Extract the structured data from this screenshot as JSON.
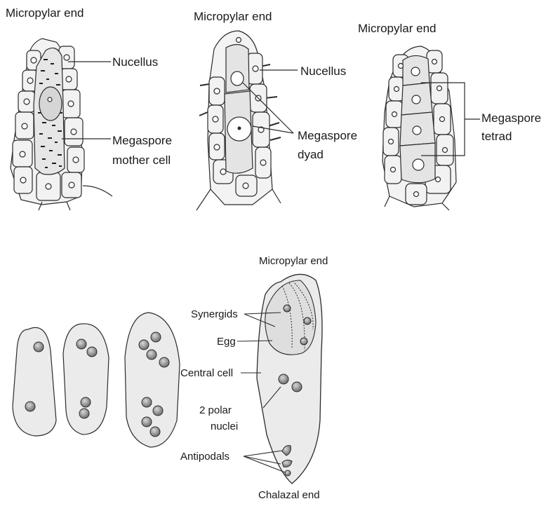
{
  "panel_a": {
    "micropylar": "Micropylar end",
    "nucellus": "Nucellus",
    "mmc_line1": "Megaspore",
    "mmc_line2": "mother cell"
  },
  "panel_b": {
    "micropylar": "Micropylar end",
    "nucellus": "Nucellus",
    "dyad_line1": "Megaspore",
    "dyad_line2": "dyad"
  },
  "panel_c": {
    "micropylar": "Micropylar end",
    "tetrad_line1": "Megaspore",
    "tetrad_line2": "tetrad"
  },
  "embryo_sac": {
    "micropylar": "Micropylar end",
    "synergids": "Synergids",
    "egg": "Egg",
    "central_cell": "Central cell",
    "polar_line1": "2 polar",
    "polar_line2": "nuclei",
    "antipodals": "Antipodals",
    "chalazal": "Chalazal end"
  },
  "colors": {
    "outline": "#2b2b2b",
    "cell_fill": "#f0f0f0",
    "sac_fill": "#e9e9e9",
    "nucleus_fill": "#8c8c8c"
  }
}
